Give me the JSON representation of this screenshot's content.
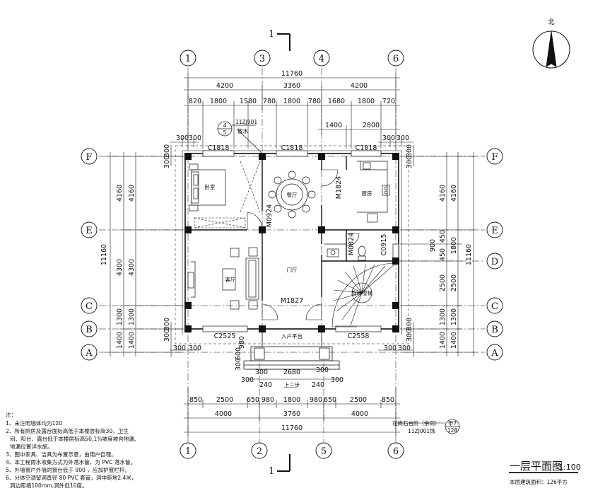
{
  "north_label": "北",
  "section_mark": "1",
  "axes": {
    "top": [
      "1",
      "3",
      "4",
      "6"
    ],
    "bottom": [
      "1",
      "2",
      "5",
      "6"
    ],
    "left": [
      "F",
      "E",
      "C",
      "B",
      "A"
    ],
    "right": [
      "F",
      "E",
      "D",
      "C",
      "B",
      "A"
    ]
  },
  "dims": {
    "top_total": "11760",
    "top_row2": [
      "4200",
      "3360",
      "4200"
    ],
    "top_row3": [
      "820",
      "1800",
      "1580",
      "780",
      "1800",
      "780",
      "1680",
      "1800",
      "720"
    ],
    "top_row4": [
      "1400",
      "2800"
    ],
    "top_300": "300",
    "bottom_row1": [
      "850",
      "2500",
      "650",
      "980",
      "1800",
      "980",
      "650",
      "2500",
      "850"
    ],
    "bottom_row2": [
      "4000",
      "3760",
      "4000"
    ],
    "bottom_total": "11760",
    "left_outer_total": "11160",
    "left_outer": [
      "4160",
      "4300",
      "1300",
      "1400"
    ],
    "left_inner": [
      "4160",
      "4300",
      "1300",
      "1400"
    ],
    "right_total": "11160",
    "right_outer": [
      "4160",
      "1800",
      "2500",
      "1300",
      "1400"
    ],
    "right_inner": [
      "4160",
      "900",
      "2500",
      "1300",
      "1400"
    ],
    "right_small": "450",
    "step_dims": [
      "300",
      "2680",
      "300",
      "300",
      "240",
      "240",
      "300"
    ],
    "entry_side": [
      "980",
      "600",
      "300"
    ]
  },
  "windows": [
    "C1818",
    "C1818",
    "C1818",
    "C2525",
    "C2558",
    "C0915"
  ],
  "doors": [
    "M0924",
    "M1824",
    "M0824",
    "M1827"
  ],
  "rooms": {
    "bedroom": "卧室",
    "dining": "餐厅",
    "kitchen": "厨房",
    "living": "客厅",
    "hall": "门厅",
    "stair": "旋转楼梯",
    "entry": "入户平台",
    "steps": "上三步"
  },
  "detail_ref": {
    "top": "4",
    "bottom": "5",
    "code": "11ZJ901",
    "note": "散水"
  },
  "detail_ref2": {
    "text": "花岗石台阶（余同）",
    "top": "甲7",
    "bottom": "128",
    "code": "11ZJ001饰"
  },
  "notes": {
    "title": "注：",
    "lines": [
      "1、未注明墙体均为120",
      "2、所有厕房及露台面标高低于本楼层标高30，卫生",
      "间、阳台、露台低于本楼层标高50,1%坡度坡向地漏,",
      "地漏位置详水施。",
      "3、图中家具、洁具为布置示意，由用户自理。",
      "4、本工程雨水收集方式为外落水管，为 PVC 落水管。",
      "5、外墙窗户外墙的窗台低于 900 ，应加护窗栏杆。",
      "6、分体空调留洞直径 80 PVC 套管，洞中距地2.4米，",
      "洞边距墙100mm,洞外低10度。"
    ]
  },
  "plan_title": "一层平面图",
  "scale": "1:100",
  "area_note": "本层建筑面积：126平方"
}
